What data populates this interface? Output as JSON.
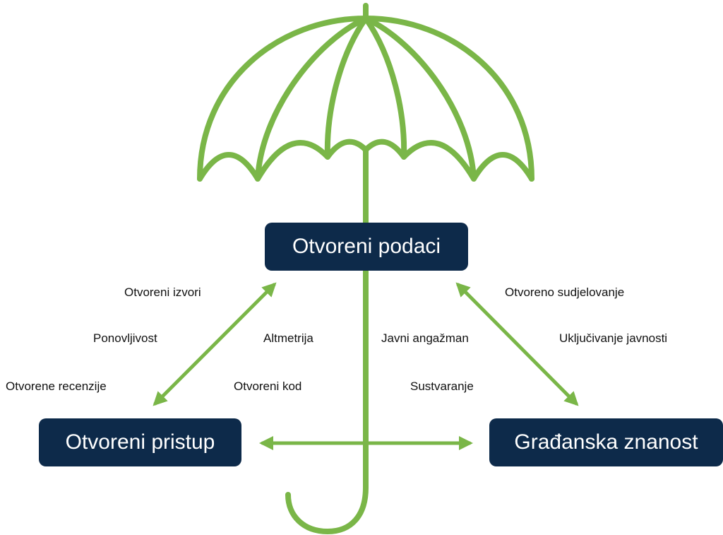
{
  "colors": {
    "umbrella": "#7ab648",
    "node_background": "#0d2a4a",
    "node_text": "#ffffff",
    "label_text": "#111111"
  },
  "nodes": {
    "top": "Otvoreni podaci",
    "left": "Otvoreni pristup",
    "right": "Građanska znanost"
  },
  "labels": {
    "left_arrow": [
      "Otvoreni izvori",
      "Ponovljivost",
      "Otvorene recenzije"
    ],
    "left_inner": [
      "Altmetrija",
      "Otvoreni kod"
    ],
    "right_inner": [
      "Javni angažman",
      "Sustvaranje"
    ],
    "right_arrow": [
      "Otvoreno sudjelovanje",
      "Uključivanje javnosti"
    ]
  }
}
